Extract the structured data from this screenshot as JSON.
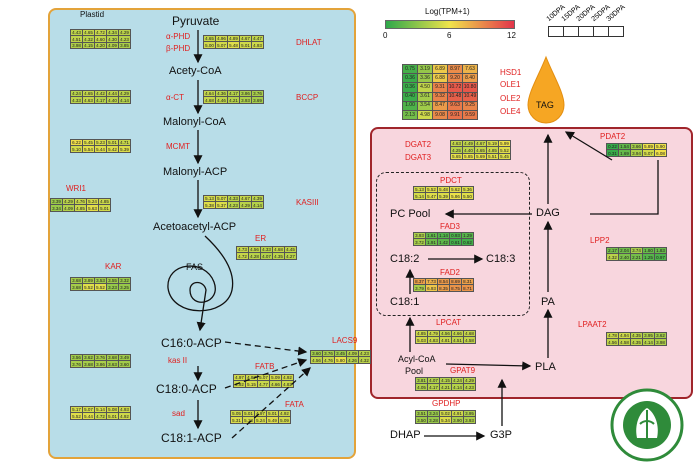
{
  "legend": {
    "title": "Log(TPM+1)",
    "min": "0",
    "mid": "6",
    "max": "12",
    "stages": [
      "10DPA",
      "15DPA",
      "20DPA",
      "25DPA",
      "30DPA"
    ],
    "colors": {
      "low": "#2ea84a",
      "mid": "#f0e34a",
      "high": "#e3344a"
    }
  },
  "compartments": {
    "plastid": "Plastid"
  },
  "metabolites": {
    "pyruvate": "Pyruvate",
    "acetyl_coa": "Acety-CoA",
    "malonyl_coa": "Malonyl-CoA",
    "malonyl_acp": "Malonyl-ACP",
    "acetoacetyl_acp": "Acetoacetyl-ACP",
    "fas": "FAS",
    "c16_acp": "C16:0-ACP",
    "c18_acp": "C18:0-ACP",
    "c181_acp": "C18:1-ACP",
    "acyl_coa": "Acyl-CoA",
    "pool": "Pool",
    "pc_pool": "PC Pool",
    "c182": "C18:2",
    "c183": "C18:3",
    "c181": "C18:1",
    "dag": "DAG",
    "pa": "PA",
    "pla": "PLA",
    "tag": "TAG",
    "dhap": "DHAP",
    "g3p": "G3P"
  },
  "enzymes": {
    "a_phd": "α-PHD",
    "b_phd": "β-PHD",
    "dhlat": "DHLAT",
    "a_ct": "α-CT",
    "bccp": "BCCP",
    "mcmt": "MCMT",
    "wri1": "WRI1",
    "kasiii": "KASIII",
    "er": "ER",
    "kar": "KAR",
    "kasii": "kas II",
    "fatb": "FATB",
    "sad": "sad",
    "fata": "FATA",
    "lacs9": "LACS9",
    "hsd1": "HSD1",
    "ole1": "OLE1",
    "ole2": "OLE2",
    "ole4": "OLE4",
    "pdat2": "PDAT2",
    "dgat2": "DGAT2",
    "dgat3": "DGAT3",
    "pdct": "PDCT",
    "fad3": "FAD3",
    "fad2": "FAD2",
    "lpp2": "LPP2",
    "lpcat": "LPCAT",
    "lpaat2": "LPAAT2",
    "gpat9": "GPAT9",
    "gpdhp": "GPDHP"
  },
  "heatmaps": [
    {
      "id": "a_phd",
      "rows": [
        [
          "4.43",
          "4.65",
          "4.72",
          "4.34",
          "4.29"
        ],
        [
          "4.51",
          "4.32",
          "4.60",
          "4.30",
          "4.23"
        ],
        [
          "3.98",
          "4.15",
          "4.20",
          "4.09",
          "3.85"
        ]
      ]
    },
    {
      "id": "dhlat",
      "rows": [
        [
          "4.65",
          "4.96",
          "4.89",
          "4.67",
          "4.47"
        ],
        [
          "5.00",
          "5.07",
          "5.48",
          "5.01",
          "4.93"
        ]
      ]
    },
    {
      "id": "a_ct",
      "rows": [
        [
          "4.24",
          "4.65",
          "4.42",
          "4.44",
          "4.29"
        ],
        [
          "4.33",
          "4.63",
          "4.17",
          "4.40",
          "4.14"
        ]
      ]
    },
    {
      "id": "bccp",
      "rows": [
        [
          "4.64",
          "4.36",
          "4.17",
          "3.86",
          "3.76"
        ],
        [
          "4.68",
          "4.46",
          "4.21",
          "3.93",
          "3.69"
        ]
      ]
    },
    {
      "id": "mcmt",
      "rows": [
        [
          "6.22",
          "5.45",
          "5.23",
          "5.01",
          "4.71"
        ],
        [
          "5.10",
          "5.54",
          "5.44",
          "5.42",
          "5.39"
        ]
      ]
    },
    {
      "id": "wri1",
      "rows": [
        [
          "3.39",
          "4.29",
          "4.76",
          "5.24",
          "4.85"
        ],
        [
          "3.34",
          "4.09",
          "4.85",
          "5.63",
          "5.01"
        ]
      ]
    },
    {
      "id": "kasiii",
      "rows": [
        [
          "5.13",
          "5.07",
          "4.33",
          "4.67",
          "4.39"
        ],
        [
          "5.38",
          "5.37",
          "4.23",
          "4.29",
          "4.14"
        ]
      ]
    },
    {
      "id": "er",
      "rows": [
        [
          "4.73",
          "4.56",
          "4.33",
          "4.68",
          "4.45"
        ],
        [
          "4.72",
          "4.28",
          "4.07",
          "4.35",
          "4.27"
        ]
      ]
    },
    {
      "id": "kar",
      "rows": [
        [
          "3.68",
          "3.89",
          "3.53",
          "3.55",
          "3.32"
        ],
        [
          "3.68",
          "5.52",
          "5.52",
          "3.23",
          "3.25"
        ]
      ]
    },
    {
      "id": "kasii",
      "rows": [
        [
          "3.56",
          "3.62",
          "3.76",
          "3.68",
          "3.49"
        ],
        [
          "3.76",
          "3.68",
          "3.86",
          "3.63",
          "3.60"
        ]
      ]
    },
    {
      "id": "fatb",
      "rows": [
        [
          "4.97",
          "4.87",
          "5.07",
          "5.09",
          "4.92"
        ],
        [
          "4.92",
          "5.15",
          "4.77",
          "4.66",
          "4.82"
        ]
      ]
    },
    {
      "id": "sad",
      "rows": [
        [
          "5.17",
          "5.07",
          "5.14",
          "5.08",
          "4.93"
        ],
        [
          "5.52",
          "5.44",
          "4.72",
          "5.01",
          "4.92"
        ]
      ]
    },
    {
      "id": "fata",
      "rows": [
        [
          "5.05",
          "5.01",
          "4.97",
          "5.01",
          "4.92"
        ],
        [
          "5.31",
          "5.18",
          "5.24",
          "5.49",
          "5.09"
        ]
      ]
    },
    {
      "id": "lacs9",
      "rows": [
        [
          "3.60",
          "3.76",
          "3.45",
          "4.09",
          "4.23"
        ],
        [
          "4.56",
          "4.76",
          "5.80",
          "4.26",
          "4.32"
        ]
      ]
    },
    {
      "id": "hsd1",
      "big": true,
      "rows": [
        [
          "0.75",
          "3.19",
          "6.89",
          "8.97",
          "7.63"
        ],
        [
          "0.36",
          "3.36",
          "6.88",
          "9.20",
          "8.40"
        ],
        [
          "0.36",
          "4.50",
          "9.31",
          "10.72",
          "10.80"
        ],
        [
          "0.40",
          "3.61",
          "9.32",
          "10.48",
          "10.49"
        ],
        [
          "1.00",
          "3.54",
          "8.47",
          "9.63",
          "9.25"
        ],
        [
          "2.13",
          "4.98",
          "9.08",
          "9.91",
          "9.59"
        ]
      ]
    },
    {
      "id": "pdat2",
      "rows": [
        [
          "0.22",
          "1.54",
          "3.66",
          "5.89",
          "5.90"
        ],
        [
          "0.31",
          "1.69",
          "3.94",
          "5.07",
          "6.08"
        ]
      ]
    },
    {
      "id": "dgat",
      "rows": [
        [
          "4.63",
          "4.49",
          "4.67",
          "5.19",
          "5.99"
        ],
        [
          "4.25",
          "4.40",
          "4.65",
          "4.85",
          "5.52"
        ],
        [
          "5.65",
          "5.85",
          "5.69",
          "5.51",
          "5.45"
        ]
      ]
    },
    {
      "id": "pdct",
      "rows": [
        [
          "5.13",
          "5.52",
          "5.48",
          "5.62",
          "5.36"
        ],
        [
          "5.14",
          "5.47",
          "5.39",
          "5.86",
          "5.50"
        ]
      ]
    },
    {
      "id": "fad3",
      "rows": [
        [
          "3.93",
          "1.61",
          "1.14",
          "0.93",
          "1.29"
        ],
        [
          "3.72",
          "1.91",
          "1.42",
          "0.61",
          "0.62"
        ]
      ]
    },
    {
      "id": "fad2",
      "rows": [
        [
          "8.37",
          "7.73",
          "8.54",
          "8.69",
          "8.31"
        ],
        [
          "3.79",
          "6.93",
          "8.35",
          "8.75",
          "8.71"
        ]
      ]
    },
    {
      "id": "lpp2",
      "rows": [
        [
          "2.17",
          "2.04",
          "3.74",
          "1.80",
          "1.83"
        ],
        [
          "4.32",
          "2.40",
          "2.21",
          "1.25",
          "0.97"
        ]
      ]
    },
    {
      "id": "lpcat",
      "rows": [
        [
          "4.85",
          "4.79",
          "4.56",
          "4.66",
          "4.68"
        ],
        [
          "5.03",
          "4.83",
          "4.81",
          "4.51",
          "4.58"
        ]
      ]
    },
    {
      "id": "lpaat2",
      "rows": [
        [
          "4.78",
          "4.94",
          "4.35",
          "3.95",
          "3.62"
        ],
        [
          "4.56",
          "4.58",
          "4.35",
          "4.14",
          "3.98"
        ]
      ]
    },
    {
      "id": "gpat9",
      "rows": [
        [
          "3.81",
          "4.07",
          "4.15",
          "4.24",
          "4.29"
        ],
        [
          "4.05",
          "4.17",
          "4.21",
          "4.14",
          "4.23"
        ]
      ]
    },
    {
      "id": "gpdhp",
      "rows": [
        [
          "3.51",
          "3.24",
          "5.02",
          "4.91",
          "3.95"
        ],
        [
          "3.50",
          "3.28",
          "5.34",
          "3.90",
          "3.93"
        ]
      ]
    }
  ]
}
